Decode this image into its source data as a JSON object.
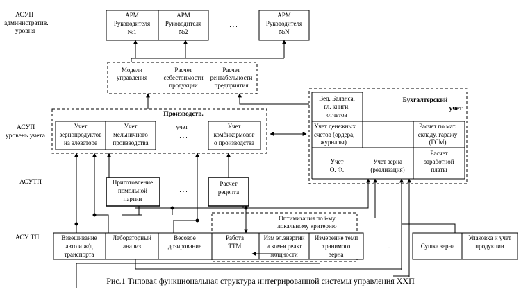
{
  "levels": {
    "admin": [
      "АСУП",
      "административ.",
      "уровня"
    ],
    "account": [
      "АСУП",
      "уровень учета"
    ],
    "asutp_top": "АСУТП",
    "asutp_bottom": "АСУ ТП"
  },
  "arm": {
    "box1": [
      "АРМ",
      "Руководителя",
      "№1"
    ],
    "box2": [
      "АРМ",
      "Руководителя",
      "№2"
    ],
    "dots": ". . .",
    "boxN": [
      "АРМ",
      "Руководителя",
      "№N"
    ]
  },
  "models": {
    "m1": [
      "Модели",
      "управления"
    ],
    "m2": [
      "Расчет",
      "себестоимости",
      "продукции"
    ],
    "m3": [
      "Расчет",
      "рентабельности",
      "предприятия"
    ]
  },
  "production": {
    "title": "Производств.",
    "uchet": "учет",
    "dots": ". . .",
    "b1": [
      "Учет",
      "зернопродуктов",
      "на элеваторе"
    ],
    "b2": [
      "Учет",
      "мельничного",
      "производства"
    ],
    "b3": [
      "Учет",
      "комбикормовог",
      "о производства"
    ]
  },
  "accounting": {
    "title": [
      "Бухгалтерский",
      "учет"
    ],
    "c1": [
      "Вед. Баланса,",
      "гл. книги,",
      "отчетов"
    ],
    "c2": [
      "Учет денежных",
      "счетов (ордера,",
      "журналы)"
    ],
    "c3": [
      "Расчет по мат.",
      "складу, гаражу",
      "(ГСМ)"
    ],
    "c4": [
      "Учет",
      "О. Ф."
    ],
    "c5": [
      "Учет зерна",
      "(реализация)"
    ],
    "c6": [
      "Расчет",
      "заработной",
      "платы"
    ]
  },
  "asutp": {
    "b1": [
      "Приготовление",
      "помольной",
      "партии"
    ],
    "dots": ". . .",
    "b2": [
      "Расчет",
      "рецепта"
    ]
  },
  "optimization": {
    "title": [
      "Оптимизация по i-му",
      "локальному критерию"
    ]
  },
  "bottom": {
    "b1": [
      "Взвешивание",
      "авто и ж/д",
      "транспорта"
    ],
    "b2": [
      "Лабораторный",
      "анализ"
    ],
    "b3": [
      "Весовое",
      "дозирование"
    ],
    "b4": [
      "Работа",
      "ТТМ"
    ],
    "b5": [
      "Изм эл.энергии",
      "и ком-я реакт",
      "мощности"
    ],
    "b6": [
      "Измерение темп",
      "хранимого",
      "зерна"
    ],
    "dots": ". . .",
    "b7": [
      "Сушка зерна"
    ],
    "b8": [
      "Упаковка и учет",
      "продукции"
    ]
  },
  "caption": "Рис.1 Типовая функциональная структура интегрированной системы управления ХХП"
}
